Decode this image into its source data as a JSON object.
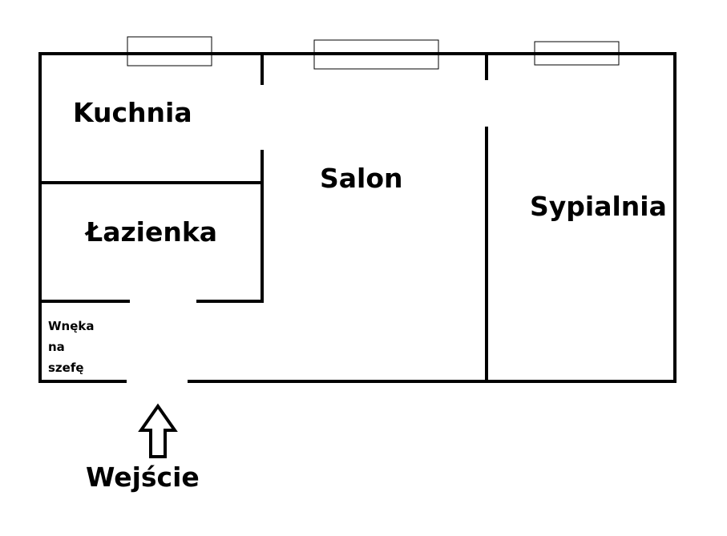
{
  "colors": {
    "wall": "#000000",
    "background": "#ffffff"
  },
  "rooms": {
    "kitchen": "Kuchnia",
    "living_room": "Salon",
    "bedroom": "Sypialnia",
    "bathroom": "Łazienka",
    "safe_alcove_line1": "Wnęka",
    "safe_alcove_line2": "na",
    "safe_alcove_line3": "szefę"
  },
  "entrance": {
    "label": "Wejście",
    "arrow_icon": "arrow-up-icon"
  },
  "windows_icon": "window-icon"
}
